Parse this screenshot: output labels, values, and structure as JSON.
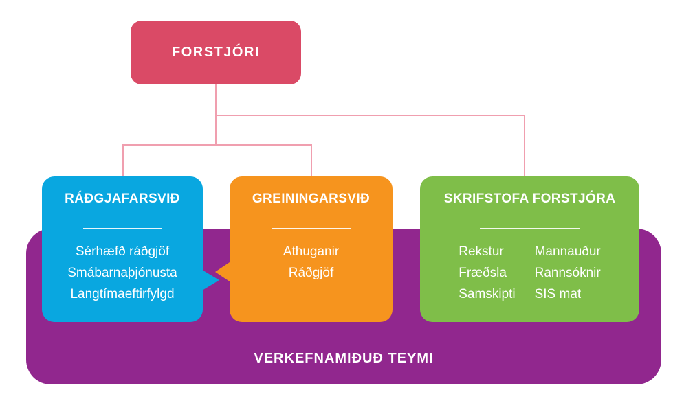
{
  "colors": {
    "red": "#DA4A66",
    "blue": "#09A7E0",
    "orange": "#F6941E",
    "green": "#7FBE49",
    "purple": "#91278E",
    "connector": "#F09FAF",
    "text": "#FFFFFF"
  },
  "root_box": {
    "label": "FORSTJÓRI"
  },
  "departments": [
    {
      "id": "radgjafarsvid",
      "title": "RÁÐGJAFARSVIÐ",
      "items": [
        "Sérhæfð ráðgjöf",
        "Smábarnaþjónusta",
        "Langtímaeftirfylgd"
      ]
    },
    {
      "id": "greiningarsvid",
      "title": "GREININGARSVIÐ",
      "items": [
        "Athuganir",
        "Ráðgjöf"
      ]
    },
    {
      "id": "skrifstofa-forstjora",
      "title": "SKRIFSTOFA FORSTJÓRA",
      "items_left": [
        "Rekstur",
        "Fræðsla",
        "Samskipti"
      ],
      "items_right": [
        "Mannauður",
        "Rannsóknir",
        "SIS mat"
      ]
    }
  ],
  "teams_band": {
    "label": "VERKEFNAMIÐUÐ TEYMI"
  }
}
